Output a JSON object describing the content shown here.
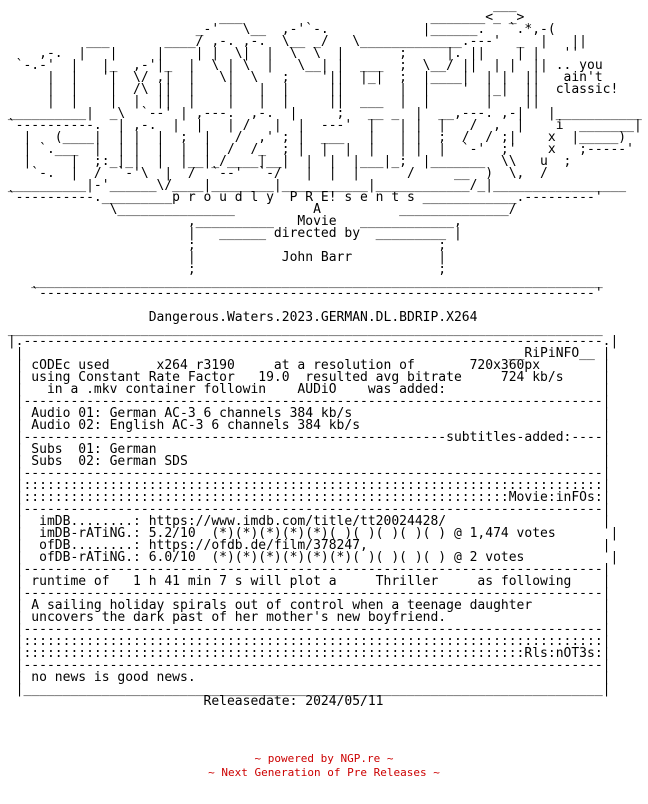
{
  "nfo": {
    "text": "                                                               ___   \n                            ___                        _______<_ _>   \n                         _-'   \\__  ,-'`-.            |______.   `.*,-(   \n           ___       ____/ ,-. ,-.  \\__ _/   \\_____________.---'  _  |   ||  \n     ,-.  |   |     |    | |  \\|  |  \\  \\  |       ;     |. ||    | |   ''   \n  `-.-'  |   |_  ,-'|_  |  \\ | \\  |   \\__| |  ___  ;  \\__/ ||  | |  || .. you\n      |  |   '|  \\/ ,|  |   \\|  \\   ;    '||  |_|  ;  |____|  | |  ||   ain't\n      |  |    |  /\\ ||  |    |   |  |     ||       |  |    '  |_|  ||  classic!\n      |  |    |  |  ||  |    |   |  |     ||  ___  |  |       |    ||\n __________|  _\\  `--' | ,---.  ,-.  |     ;   __ _  |  __,---. ,-|   |___________\n `----------.  | ,-.  |  |   | /   |  |  ---'  |   | |  |   /  ,  |    i  _______|\n   |   (____|  | |  |  ;  |   /  ,' ; |  ___   |   | |  ;  /  / ;|    x  |_____)\n   | `.___  |  | |  |  |  |  /  /_  ; |  |  |  |   | |  |  `-'  ;'    x   ;-----'\n   |     |  ;:_|_|  |  |__|_/____|__|  |  |  |___|_;  |_______  \\\\   u  ;\n    `-.  |  /  `-'\\  |  /  `--'  `-/   |  |  |      /     __  )  \\,  /     \n __________|-'______\\/____|________|___________|____________/_|_________________\n `----------._________p r o u d l y  P R E! s e n t s ____________.---------'\n              \\_______________          A          ______________/\n                        ,__________   Movie   ____________,\n                        |   ______ directed by  _________ |\n                        ;                               ;\n                        |           John Barr           |\n                        ;                               ;\n    _________________________________________________________________________\n    `-----------------------------------------------------------------------'\n\n                   Dangerous.Waters.2023.GERMAN.DL.BDRIP.X264\n ____________________________________________________________________________\n |.--------------------------------------------------------------------------.|\n  |                                                              __RiPiNFO__ |\n  | cODEc used      x264 r3190     at a resolution of       720x360px        |\n  | using Constant Rate Factor   19.0  resulted avg bitrate     724 kb/s     |\n  |   in a .mkv container followin    AUDiO    was added:                    |\n  |--------------------------------------------------------------------------|\n  | Audio 01: German AC-3 6 channels 384 kb/s                                |\n  | Audio 02: English AC-3 6 channels 384 kb/s                               |\n  |------------------------------------------------------subtitles-added:----|\n  | Subs  01: German                                                         |\n  | Subs  02: German SDS                                                     |\n  |--------------------------------------------------------------------------|\n  |::::::::::::::::::::::::::::::::::::::::::::::::::::::::::::::::::::::::::|\n  |::::::::::::::::::::::::::::::::::::::::::::::::::::::::::::::Movie:inFOs:|\n  |--------------------------------------------------------------------------|\n  |  imDB........: https://www.imdb.com/title/tt20024428/                    |\n  |  imDB-rATiNG.: 5.2/10  (*)(*)(*)(*)(*)( )( )( )( )( ) @ 1,474 votes       |\n  |  ofDB........: https://ofdb.de/film/378247,                              |\n  |  ofDB-rATiNG.: 6.0/10  (*)(*)(*)(*)(*)(*)( )( )( )( ) @ 2 votes           |\n  |--------------------------------------------------------------------------|\n  | runtime of   1 h 41 min 7 s will plot a     Thriller     as following    |\n  |--------------------------------------------------------------------------|\n  | A sailing holiday spirals out of control when a teenage daughter         |\n  | uncovers the dark past of her mother's new boyfriend.                    |\n  |--------------------------------------------------------------------------|\n  |::::::::::::::::::::::::::::::::::::::::::::::::::::::::::::::::::::::::::|\n  |::::::::::::::::::::::::::::::::::::::::::::::::::::::::::::::::Rls:nOT3s:|\n  |--------------------------------------------------------------------------|\n  | no news is good news.                                                    |\n  |__________________________________________________________________________|\n                          Releasedate: 2024/05/11"
  },
  "footer": {
    "line1": "~ powered by NGP.re ~",
    "line2": "~ Next Generation of Pre Releases ~",
    "color": "#cc0000"
  }
}
